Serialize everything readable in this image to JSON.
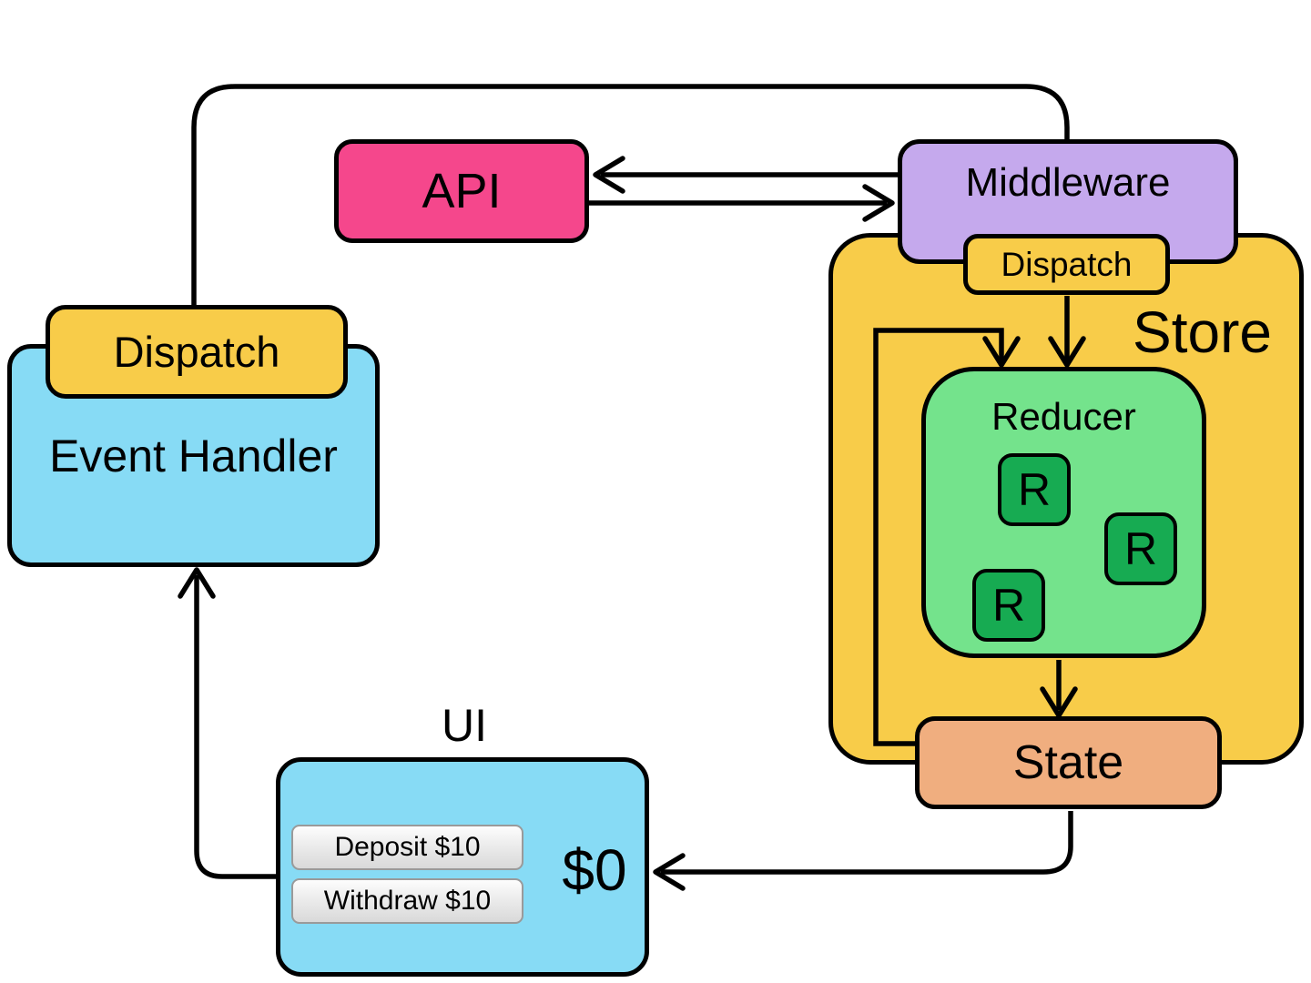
{
  "colors": {
    "pink": "#f5478c",
    "purple": "#c5a9ed",
    "yellow": "#f8cc49",
    "greenLight": "#74e38c",
    "greenDark": "#17ab52",
    "orange": "#f0ae7f",
    "blue": "#87dbf5",
    "line": "#000000",
    "buttonBorder": "#9a9a9a"
  },
  "nodes": {
    "api": "API",
    "middleware": "Middleware",
    "store": "Store",
    "store_dispatch": "Dispatch",
    "reducer": "Reducer",
    "reducer_r1": "R",
    "reducer_r2": "R",
    "reducer_r3": "R",
    "state": "State",
    "dispatch": "Dispatch",
    "event_handler": "Event Handler",
    "ui": "UI"
  },
  "ui_panel": {
    "deposit_button": "Deposit $10",
    "withdraw_button": "Withdraw $10",
    "balance": "$0"
  }
}
